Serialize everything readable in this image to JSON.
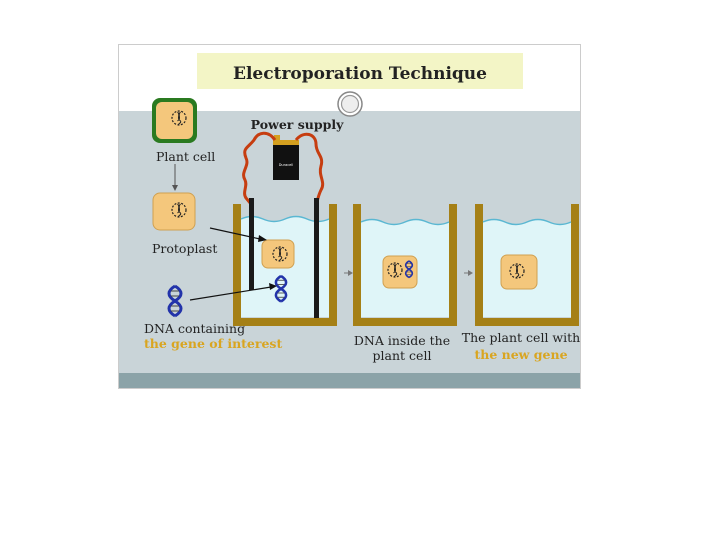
{
  "title": "Electroporation Technique",
  "labels": {
    "power_supply": "Power supply",
    "battery_text": "Duracell",
    "plant_cell": "Plant cell",
    "protoplast": "Protoplast",
    "dna_line1": "DNA containing",
    "dna_line2": "the gene of interest",
    "inside_line1": "DNA inside the",
    "inside_line2": "plant cell",
    "result_line1": "The plant cell with",
    "result_line2": "the new gene"
  },
  "colors": {
    "background_panel": "#c9d4d8",
    "title_box": "#f3f5c6",
    "cell_fill": "#f4c77c",
    "cell_wall": "#2a7a20",
    "water": "#dff5f8",
    "beaker_wall": "#a58016",
    "wire": "#c63d10",
    "accent_text": "#d9a520",
    "dna": "#2233aa"
  },
  "icons": {
    "power_knob": "circle-knob-icon",
    "battery": "battery-icon",
    "dna": "dna-helix-icon"
  }
}
